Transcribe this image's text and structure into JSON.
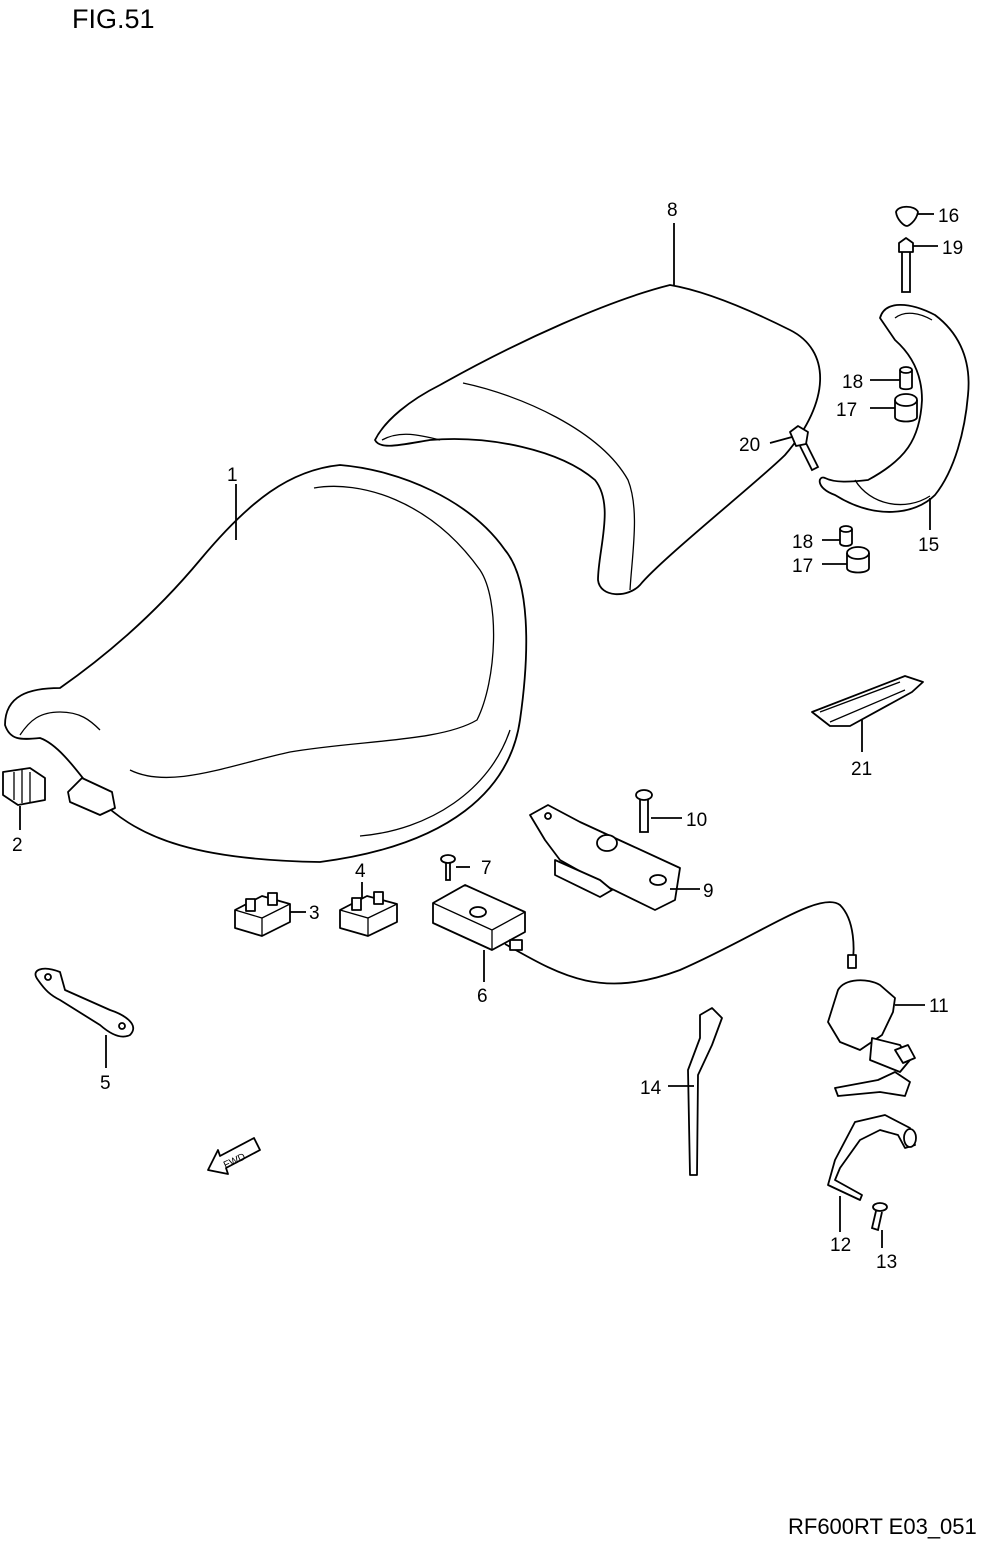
{
  "figure": {
    "title": "FIG.51",
    "code": "RF600RT E03_051"
  },
  "fwd_label": "FWD",
  "callouts": [
    "1",
    "2",
    "3",
    "4",
    "5",
    "6",
    "7",
    "8",
    "9",
    "10",
    "11",
    "12",
    "13",
    "14",
    "15",
    "16",
    "17",
    "18",
    "17",
    "18",
    "19",
    "20",
    "21"
  ]
}
